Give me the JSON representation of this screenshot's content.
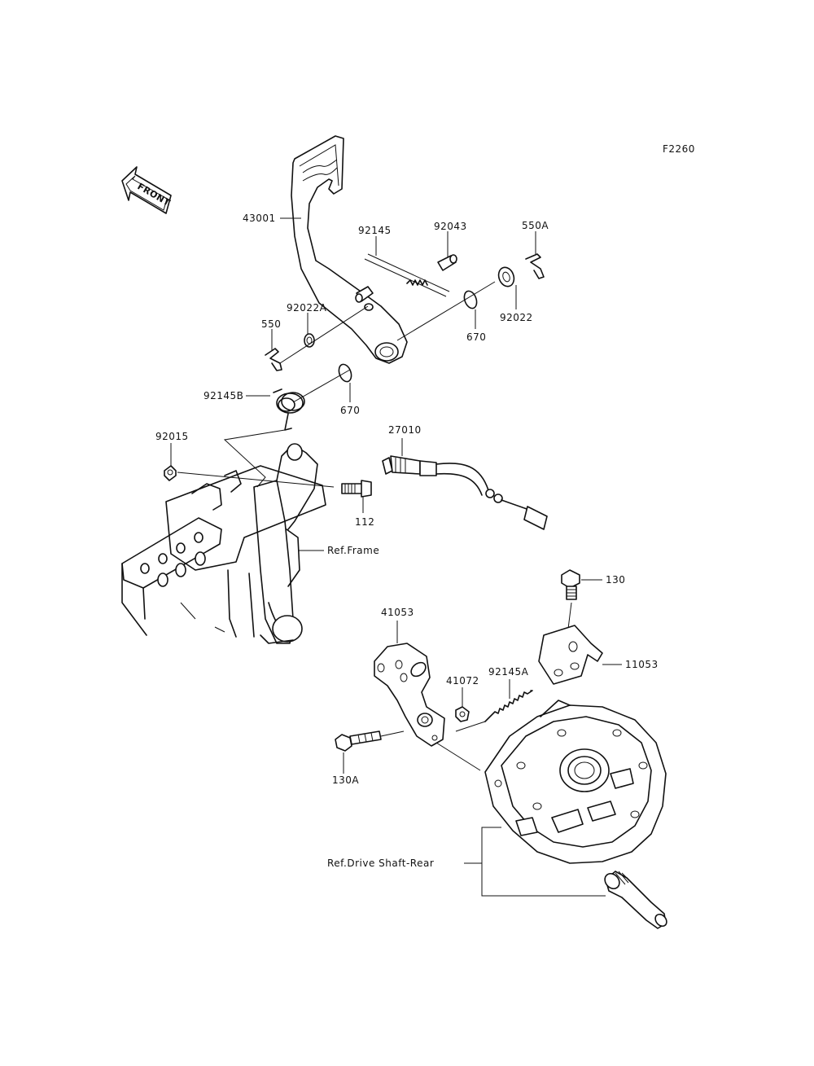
{
  "diagram_code": "F2260",
  "front_arrow": "FRONT",
  "labels": {
    "p43001": "43001",
    "p92145": "92145",
    "p92043": "92043",
    "p550A": "550A",
    "p92022A": "92022A",
    "p550": "550",
    "p670a": "670",
    "p670b": "670",
    "p92022": "92022",
    "p92145B": "92145B",
    "p92015": "92015",
    "p27010": "27010",
    "p112": "112",
    "ref_frame": "Ref.Frame",
    "p130": "130",
    "p41053": "41053",
    "p11053": "11053",
    "p41072": "41072",
    "p92145A": "92145A",
    "p130A": "130A",
    "ref_drive": "Ref.Drive Shaft-Rear"
  },
  "colors": {
    "line": "#111111",
    "background": "#ffffff"
  }
}
